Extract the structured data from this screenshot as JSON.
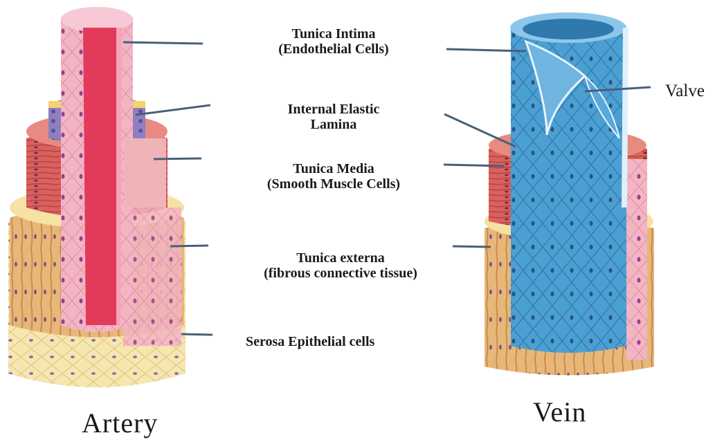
{
  "labels": {
    "intima": {
      "line1": "Tunica Intima",
      "line2": "(Endothelial Cells)"
    },
    "elastic": {
      "line1": "Internal Elastic",
      "line2": "Lamina"
    },
    "media": {
      "line1": "Tunica Media",
      "line2": "(Smooth Muscle Cells)"
    },
    "externa": {
      "line1": "Tunica externa",
      "line2": "(fibrous connective tissue)"
    },
    "serosa": "Serosa Epithelial cells",
    "valve": "Valve"
  },
  "vessels": {
    "artery": "Artery",
    "vein": "Vein"
  },
  "colors": {
    "intima_pink": "#f2b5c4",
    "lumen_red": "#e23a5a",
    "elastic_purple": "#8e7fc0",
    "media_red": "#d9625f",
    "externa_tan": "#e7b77a",
    "serosa_cream": "#f6e6b0",
    "vein_blue": "#3f95cc",
    "vein_blue_light": "#8cc7ea",
    "leader_line": "#4a5f77"
  }
}
